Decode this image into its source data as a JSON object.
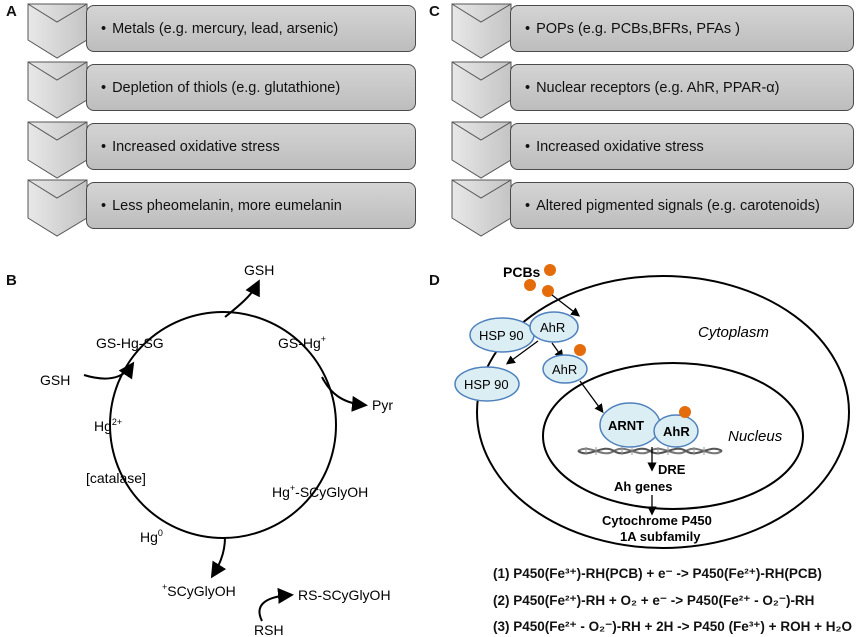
{
  "panel_a": {
    "letter": "A",
    "steps": [
      "Metals (e.g. mercury, lead, arsenic)",
      "Depletion of thiols (e.g. glutathione)",
      "Increased oxidative stress",
      "Less pheomelanin, more eumelanin"
    ]
  },
  "panel_c": {
    "letter": "C",
    "steps": [
      "POPs (e.g. PCBs,BFRs, PFAs )",
      "Nuclear receptors (e.g. AhR, PPAR-α)",
      "Increased oxidative stress",
      "Altered pigmented signals (e.g. carotenoids)"
    ]
  },
  "panel_b": {
    "letter": "B",
    "gsh_top": "GSH",
    "gs_hg_sg": "GS-Hg-SG",
    "gs_hg_plus": "GS-Hg",
    "gsh_left": "GSH",
    "pyr": "Pyr",
    "hg2": "Hg",
    "catalase": "[catalase]",
    "hg_scygly": "-SCyGlyOH",
    "hg_scygly_prefix": "Hg",
    "hg0": "Hg",
    "scygly": "SCyGlyOH",
    "rs_scygly": "RS-SCyGlyOH",
    "rsh": "RSH"
  },
  "panel_d": {
    "letter": "D",
    "pcbs": "PCBs",
    "hsp90_a": "HSP 90",
    "ahr_a": "AhR",
    "ahr_b": "AhR",
    "hsp90_b": "HSP 90",
    "cytoplasm": "Cytoplasm",
    "arnt": "ARNT",
    "ahr_c": "AhR",
    "nucleus": "Nucleus",
    "dre": "DRE",
    "ah_genes": "Ah genes",
    "cyp_line1": "Cytochrome P450",
    "cyp_line2": "1A subfamily"
  },
  "equations": {
    "eq1": "(1) P450(Fe³⁺)-RH(PCB) + e⁻ -> P450(Fe²⁺)-RH(PCB)",
    "eq2": "(2) P450(Fe²⁺)-RH + O₂ + e⁻ -> P450(Fe²⁺ - O₂⁻)-RH",
    "eq3": "(3) P450(Fe²⁺ - O₂⁻)-RH + 2H -> P450 (Fe³⁺) + ROH + H₂O"
  },
  "colors": {
    "box_fill": "#c8c8c8",
    "ligand": "#e46c0a",
    "receptor_fill": "#dbeef4",
    "receptor_stroke": "#4f81bd"
  }
}
